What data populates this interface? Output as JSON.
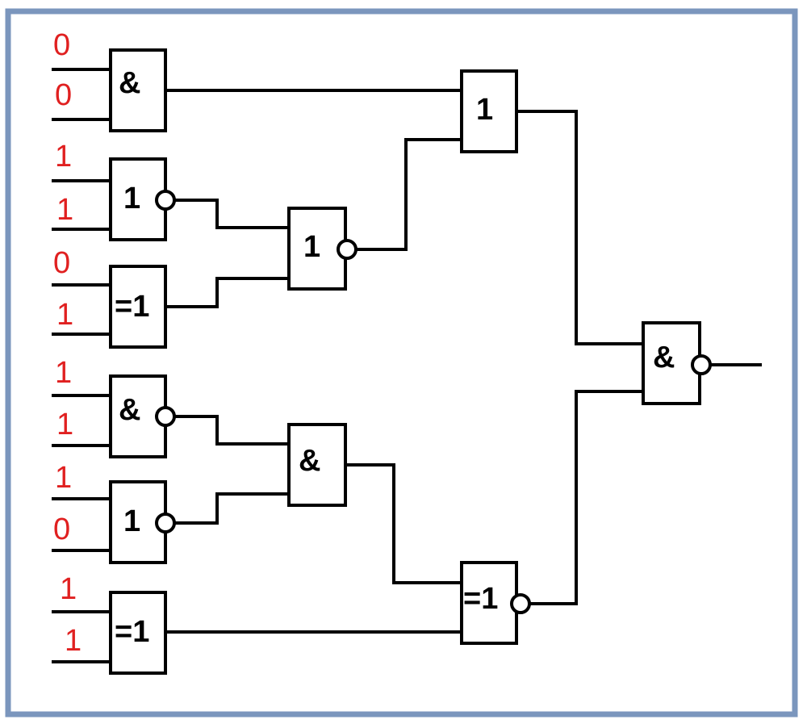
{
  "colors": {
    "frame": "#7b96bd",
    "input_label": "#e02020",
    "wire": "#000000"
  },
  "inputs": [
    "0",
    "0",
    "1",
    "1",
    "0",
    "1",
    "1",
    "1",
    "1",
    "0",
    "1",
    "1"
  ],
  "gates": {
    "g1": "&",
    "g2": "1",
    "g3": "=1",
    "g4": "&",
    "g5": "1",
    "g6": "=1",
    "g7": "1",
    "g8": "&",
    "g9": "1",
    "g10": "=1",
    "g11": "&"
  }
}
